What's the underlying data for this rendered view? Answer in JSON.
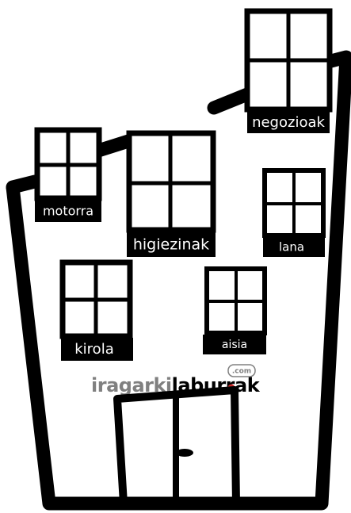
{
  "categories": {
    "motorra": "motorra",
    "higiezinak": "higiezinak",
    "negozioak": "negozioak",
    "lana": "lana",
    "kirola": "kirola",
    "aisia": "aisia"
  },
  "logo": {
    "part_iragarki": "iragarki",
    "part_laburrak": "laburrak",
    "part_com": ".com"
  },
  "colors": {
    "outline": "#000000",
    "background": "#ffffff",
    "logo_grey": "#808080",
    "logo_dot": "#cc2a2a"
  }
}
